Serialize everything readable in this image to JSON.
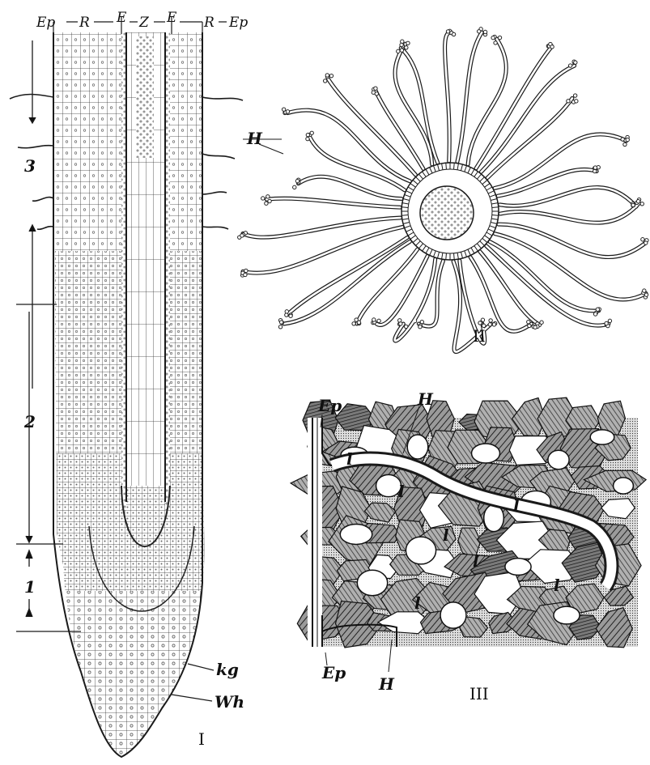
{
  "figure_I": {
    "top_labels": {
      "ep_left": "Ep",
      "r_left": "R",
      "e_left": "E",
      "z": "Z",
      "e_right": "E",
      "r_right": "R",
      "ep_right": "Ep"
    },
    "zones": {
      "z3": "3",
      "z2": "2",
      "z1": "1"
    },
    "side_labels": {
      "kg": "kg",
      "wh": "Wh"
    },
    "numeral": "I"
  },
  "figure_II": {
    "h": "H",
    "numeral": "II"
  },
  "figure_III": {
    "ep_top": "Ep",
    "h_top": "H",
    "ep_bottom": "Ep",
    "h_bottom": "H",
    "l": "l",
    "numeral": "III"
  }
}
